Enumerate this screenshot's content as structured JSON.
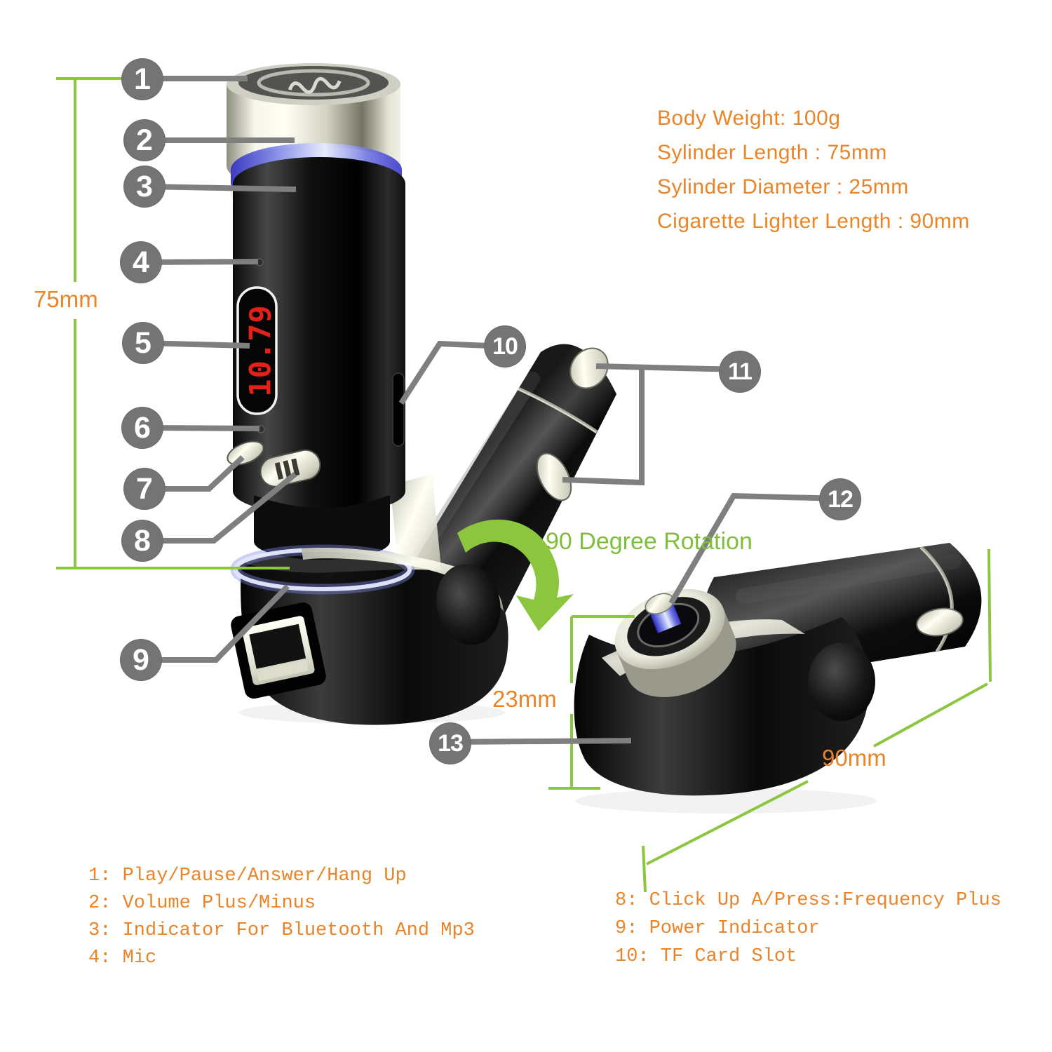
{
  "specs": {
    "lines": [
      "Body Weight: 100g",
      "Sylinder Length : 75mm",
      "Sylinder Diameter : 25mm",
      "Cigarette Lighter Length : 90mm"
    ]
  },
  "measurements": {
    "cylinder_length": "75mm",
    "usb_height": "23mm",
    "plug_length": "90mm"
  },
  "rotation_label": "90 Degree Rotation",
  "display": {
    "frequency": "10.79"
  },
  "callouts": {
    "labels": [
      "1",
      "2",
      "3",
      "4",
      "5",
      "6",
      "7",
      "8",
      "9",
      "10",
      "11",
      "12",
      "13"
    ]
  },
  "legend_left": {
    "items": [
      "1: Play/Pause/Answer/Hang Up",
      "2: Volume Plus/Minus",
      "3: Indicator For Bluetooth And Mp3",
      "4: Mic"
    ]
  },
  "legend_right": {
    "items": [
      "8: Click Up A/Press:Frequency Plus",
      "9: Power Indicator",
      "10: TF Card Slot"
    ]
  },
  "colors": {
    "accent_orange": "#E98429",
    "accent_green": "#8CC63F",
    "callout_gray": "#747474",
    "leader_gray": "#7F7F7F",
    "display_red": "#E32119"
  }
}
